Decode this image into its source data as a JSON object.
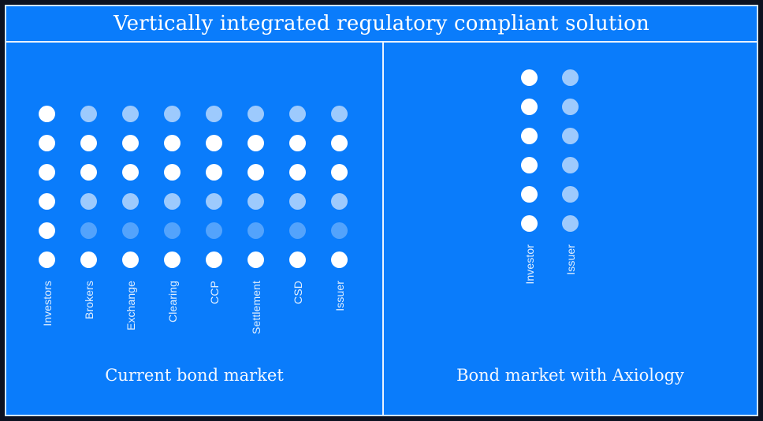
{
  "header": {
    "title": "Vertically integrated regulatory compliant solution"
  },
  "theme": {
    "background_blue": "#0a7cfb",
    "frame_border": "#e8f2fe",
    "outer_matte": "#0d1220",
    "dot_color": "#ffffff",
    "text_color": "#ffffff"
  },
  "left_panel": {
    "caption": "Current bond market",
    "columns": [
      {
        "label": "Investors"
      },
      {
        "label": "Brokers"
      },
      {
        "label": "Exchange"
      },
      {
        "label": "Clearing"
      },
      {
        "label": "CCP"
      },
      {
        "label": "Settlement"
      },
      {
        "label": "CSD"
      },
      {
        "label": "Issuer"
      }
    ],
    "rows": 6,
    "dot_opacity_grid": [
      [
        1.0,
        0.6,
        0.6,
        0.6,
        0.6,
        0.6,
        0.6,
        0.6
      ],
      [
        1.0,
        1.0,
        1.0,
        1.0,
        1.0,
        1.0,
        1.0,
        1.0
      ],
      [
        1.0,
        1.0,
        1.0,
        1.0,
        1.0,
        1.0,
        1.0,
        1.0
      ],
      [
        1.0,
        0.6,
        0.6,
        0.6,
        0.6,
        0.6,
        0.6,
        0.6
      ],
      [
        1.0,
        0.3,
        0.3,
        0.3,
        0.3,
        0.3,
        0.3,
        0.3
      ],
      [
        1.0,
        1.0,
        1.0,
        1.0,
        1.0,
        1.0,
        1.0,
        1.0
      ]
    ]
  },
  "right_panel": {
    "caption": "Bond market with Axiology",
    "columns": [
      {
        "label": "Investor"
      },
      {
        "label": "Issuer"
      }
    ],
    "rows": 6,
    "dot_opacity_grid": [
      [
        1.0,
        0.6
      ],
      [
        1.0,
        0.6
      ],
      [
        1.0,
        0.6
      ],
      [
        1.0,
        0.6
      ],
      [
        1.0,
        0.6
      ],
      [
        1.0,
        0.6
      ]
    ]
  }
}
